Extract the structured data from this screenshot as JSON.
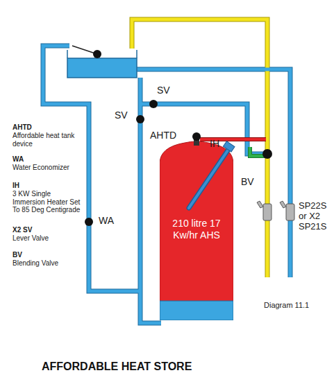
{
  "diagram": {
    "title": "AFFORDABLE HEAT STORE",
    "nodes": [
      {
        "text": [
          "210 litre 17 Kw/hr AHS"
        ]
      }
    ],
    "labels": [
      "AHTD",
      "Affordable heat tank device",
      "WA",
      "Water Economizer",
      "IH",
      "3 KW Single Immersion Heater Set To 85 Deg Centigrade",
      "X2 SV",
      "Lever Valve",
      "BV",
      "Blending Valve",
      "SV",
      "SV",
      "AHTD",
      "IH",
      "BV",
      "WA",
      "SP22S or X2 SP21S",
      "Diagram 11.1"
    ]
  }
}
